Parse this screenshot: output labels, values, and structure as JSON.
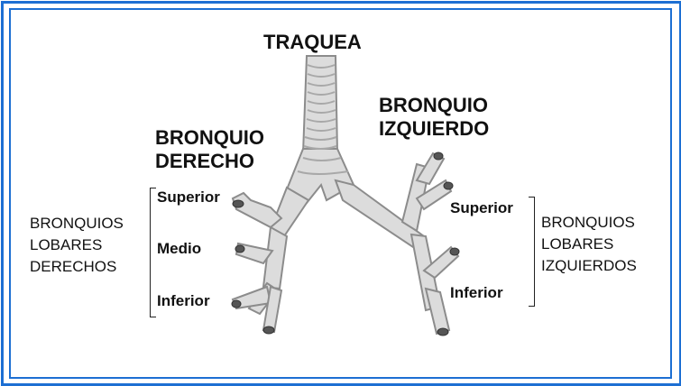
{
  "colors": {
    "frame": "#1d6fd3",
    "airway": "#dcdcdc",
    "airway_outline": "#8c8c8c",
    "ring": "#b0b0b0",
    "text": "#111111"
  },
  "labels": {
    "trachea": "TRAQUEA",
    "left_bronchus": [
      "BRONQUIO",
      "IZQUIERDO"
    ],
    "right_bronchus": [
      "BRONQUIO",
      "DERECHO"
    ],
    "right_upper": "Superior",
    "right_middle": "Medio",
    "right_lower": "Inferior",
    "left_upper": "Superior",
    "left_lower": "Inferior",
    "right_group": [
      "BRONQUIOS",
      "LOBARES",
      "DERECHOS"
    ],
    "left_group": [
      "BRONQUIOS",
      "LOBARES",
      "IZQUIERDOS"
    ]
  }
}
